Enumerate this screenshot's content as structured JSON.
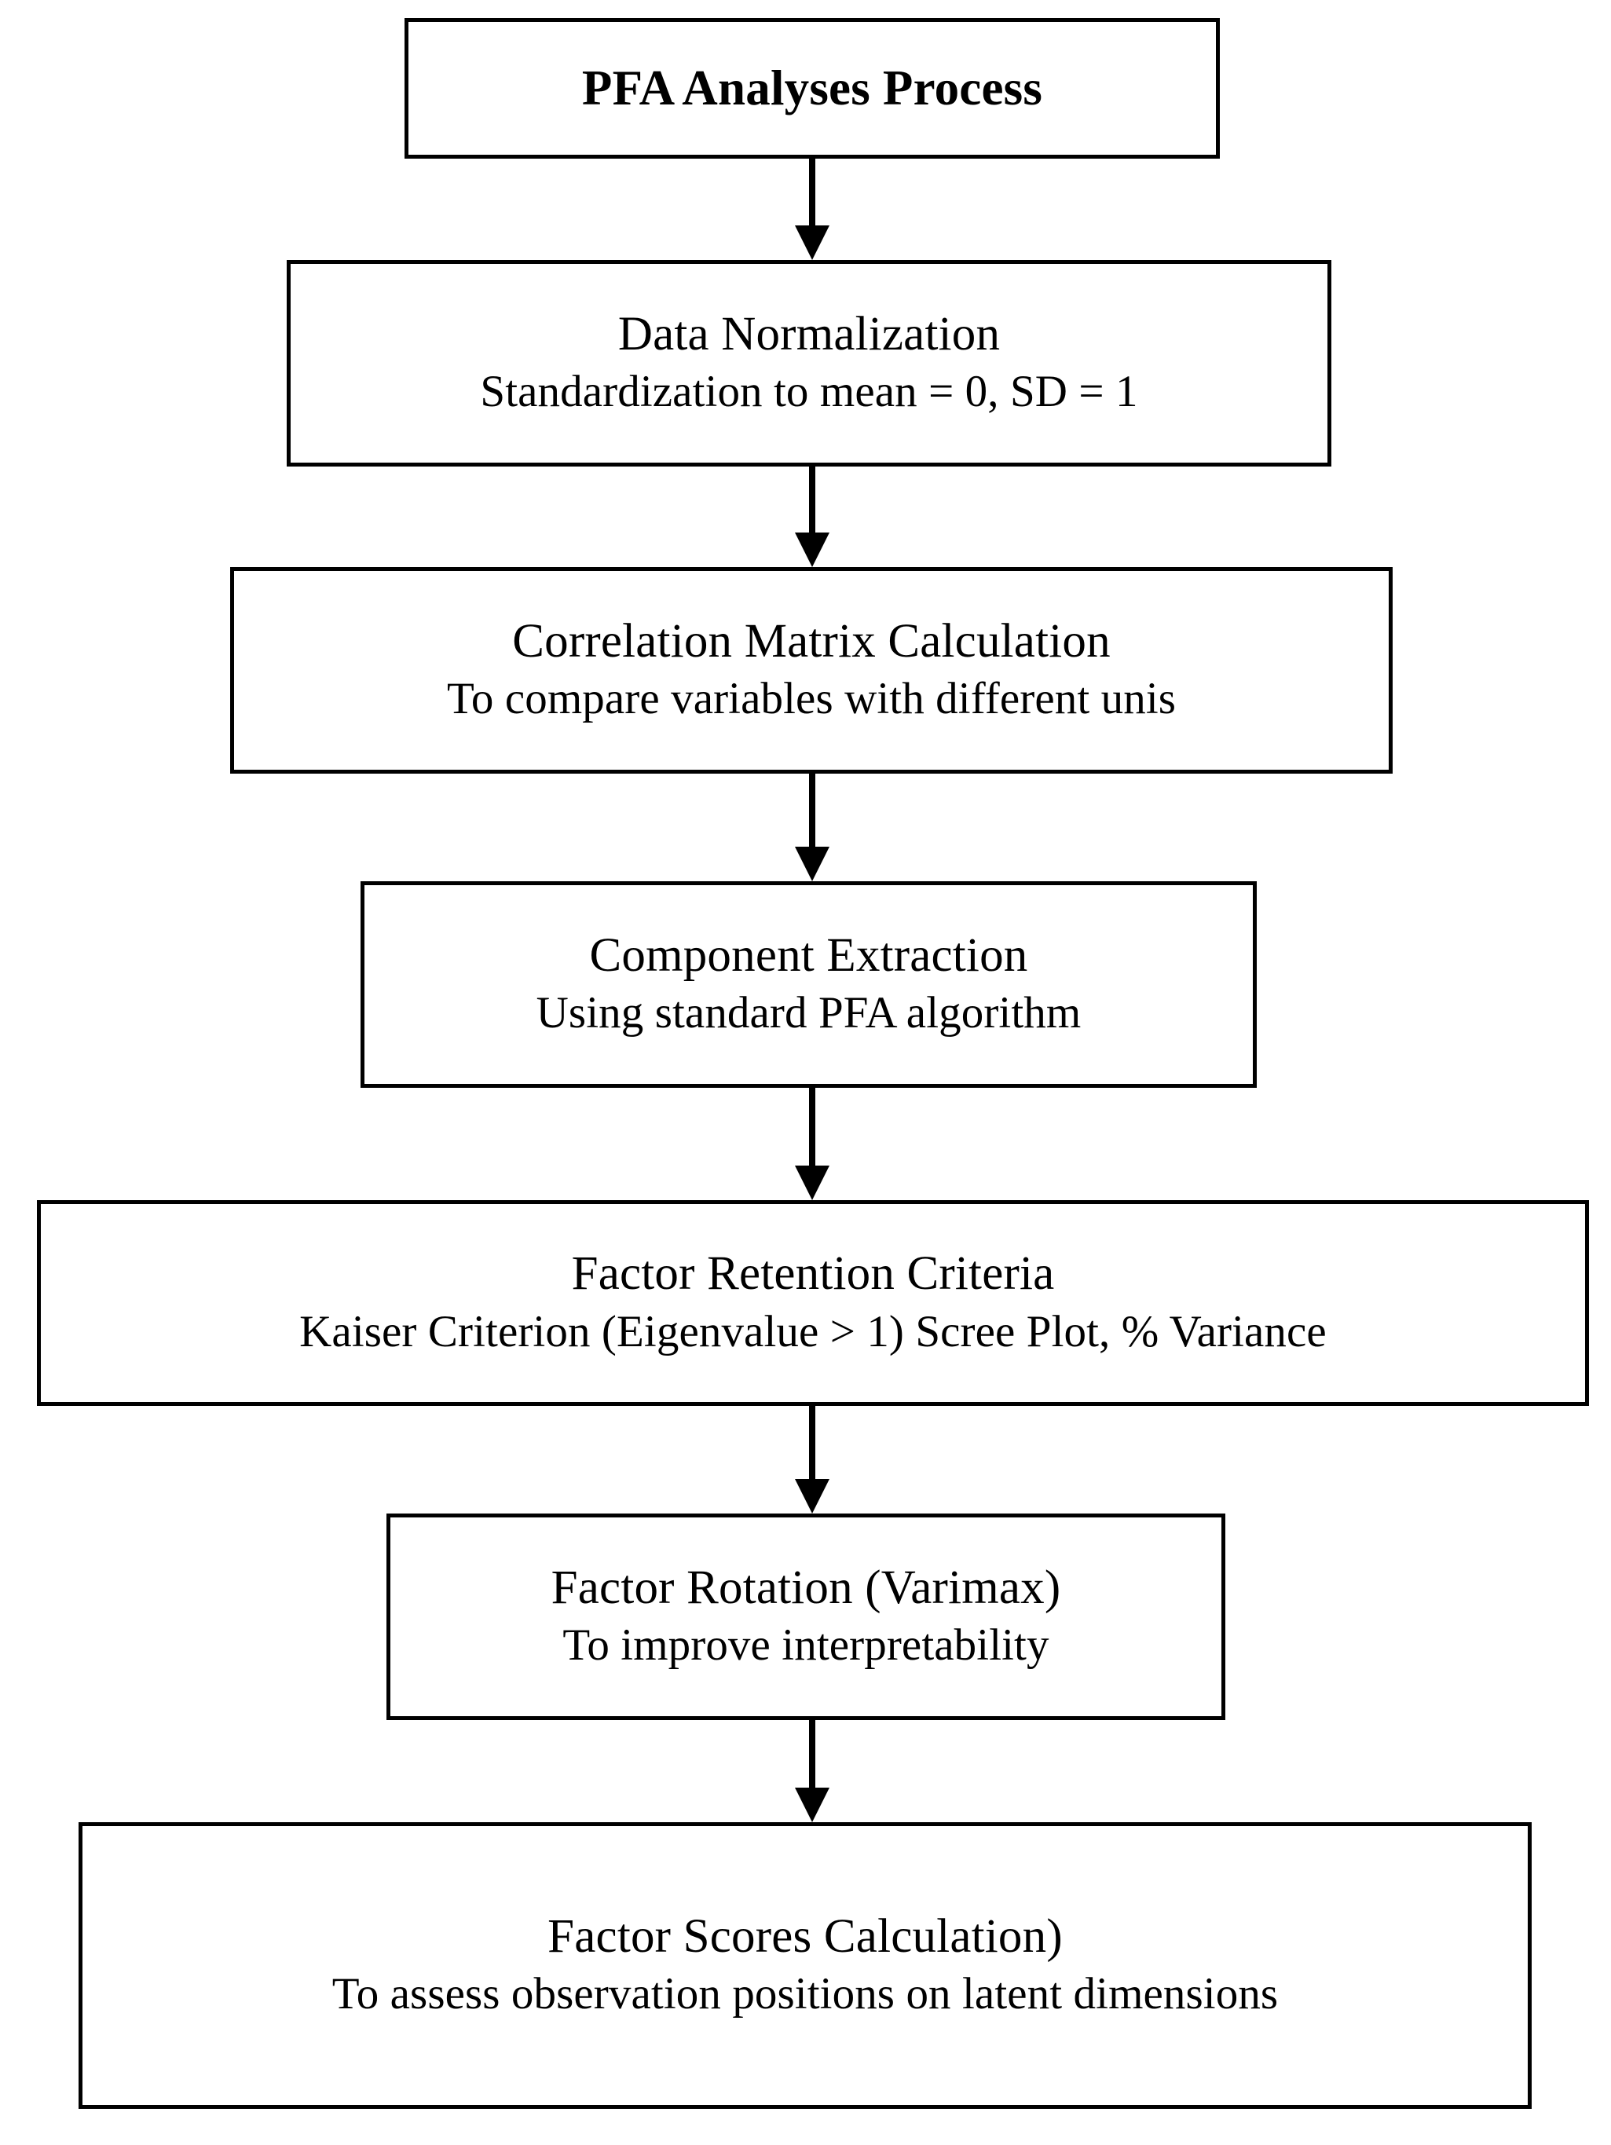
{
  "diagram": {
    "title": "PFA Analyses Process",
    "orientation": "top-to-bottom",
    "background_color": "#ffffff",
    "line_color": "#000000",
    "nodes": [
      {
        "id": "pfa-analyses-process",
        "title": "PFA Analyses Process",
        "subtitle": "",
        "bold": true
      },
      {
        "id": "data-normalization",
        "title": "Data Normalization",
        "subtitle": "Standardization to mean = 0, SD = 1",
        "bold": false
      },
      {
        "id": "correlation-matrix-calculation",
        "title": "Correlation Matrix Calculation",
        "subtitle": "To compare variables with different unis",
        "bold": false
      },
      {
        "id": "component-extraction",
        "title": "Component Extraction",
        "subtitle": "Using standard PFA algorithm",
        "bold": false
      },
      {
        "id": "factor-retention-criteria",
        "title": "Factor Retention Criteria",
        "subtitle": "Kaiser Criterion (Eigenvalue > 1) Scree Plot, % Variance",
        "bold": false
      },
      {
        "id": "factor-rotation-varimax",
        "title": "Factor Rotation (Varimax)",
        "subtitle": "To improve interpretability",
        "bold": false
      },
      {
        "id": "factor-scores-calculation",
        "title": "Factor Scores Calculation)",
        "subtitle": "To assess observation positions on latent dimensions",
        "bold": false
      }
    ],
    "connectors": [
      {
        "id": "arrow-1",
        "from": "pfa-analyses-process",
        "to": "data-normalization",
        "icon": "down-arrow-icon"
      },
      {
        "id": "arrow-2",
        "from": "data-normalization",
        "to": "correlation-matrix-calculation",
        "icon": "down-arrow-icon"
      },
      {
        "id": "arrow-3",
        "from": "correlation-matrix-calculation",
        "to": "component-extraction",
        "icon": "down-arrow-icon"
      },
      {
        "id": "arrow-4",
        "from": "component-extraction",
        "to": "factor-retention-criteria",
        "icon": "down-arrow-icon"
      },
      {
        "id": "arrow-5",
        "from": "factor-retention-criteria",
        "to": "factor-rotation-varimax",
        "icon": "down-arrow-icon"
      },
      {
        "id": "arrow-6",
        "from": "factor-rotation-varimax",
        "to": "factor-scores-calculation",
        "icon": "down-arrow-icon"
      }
    ]
  }
}
